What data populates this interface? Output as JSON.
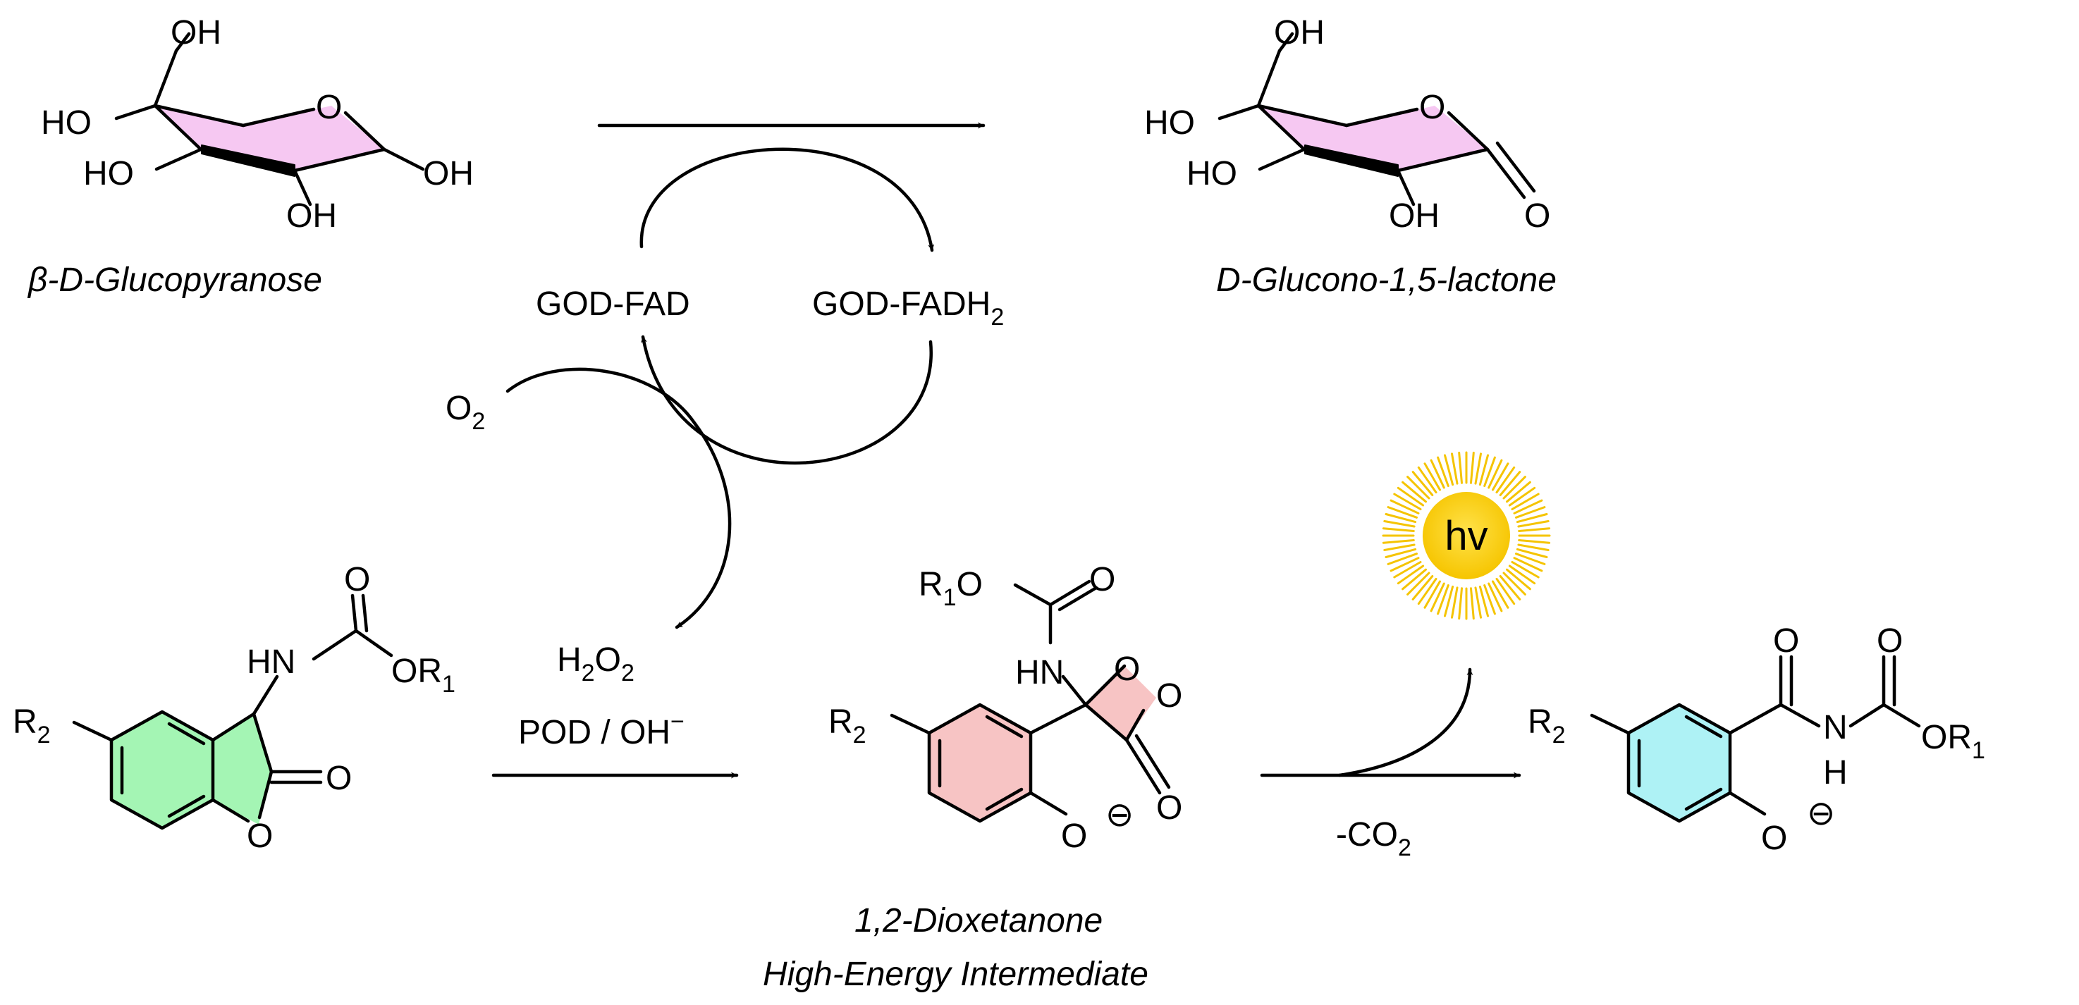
{
  "labels": {
    "glucopyranose_prefix": "β",
    "glucopyranose_name": "-D-Glucopyranose",
    "gluconolactone": "D-Glucono-1,5-lactone",
    "god_fad": "GOD-FAD",
    "god_fadh2_main": "GOD-FADH",
    "god_fadh2_sub": "2",
    "o2_main": "O",
    "o2_sub": "2",
    "h2o2_h": "H",
    "h2o2_2a": "2",
    "h2o2_o": "O",
    "h2o2_2b": "2",
    "pod_oh_main": "POD / OH",
    "pod_oh_sup": "−",
    "co2_main": "-CO",
    "co2_sub": "2",
    "hv": "hv",
    "dioxetanone_line1": "1,2-Dioxetanone",
    "dioxetanone_line2": "High-Energy Intermediate"
  },
  "atoms": {
    "OH": "OH",
    "HO": "HO",
    "O": "O",
    "HN": "HN",
    "N": "N",
    "H": "H",
    "R": "R",
    "R1_sub": "1",
    "R2_sub": "2",
    "minus": "⊖"
  },
  "colors": {
    "sugar_ring": "#f6c8f2",
    "benzofuranone": "#a4f5b4",
    "dioxetanone": "#f7c4c4",
    "product_ring": "#aef2f5",
    "sun_rays": "#f5c400",
    "sun_core": "#f6c500",
    "sun_core_edge": "#ffe24a"
  }
}
